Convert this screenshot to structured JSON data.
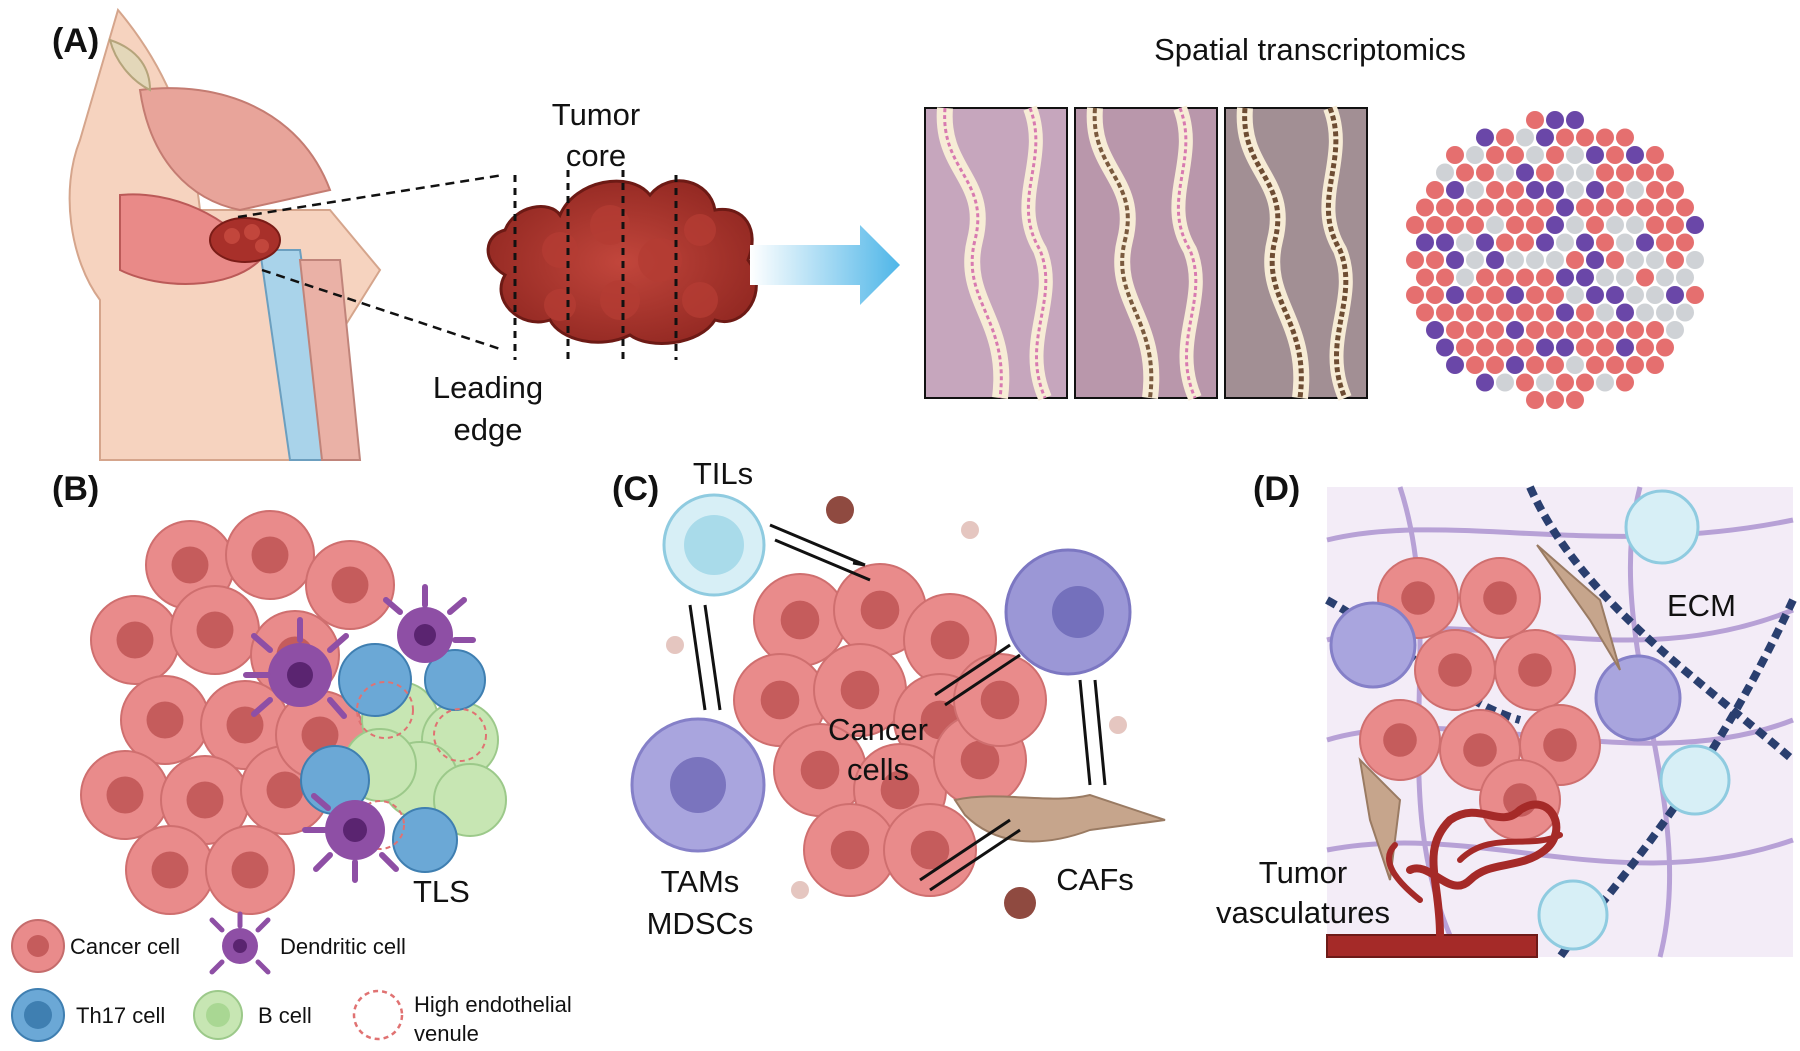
{
  "panels": {
    "a": {
      "label": "(A)",
      "tumor_core": [
        "Tumor",
        "core"
      ],
      "leading_edge": [
        "Leading",
        "edge"
      ],
      "spatial_title": "Spatial transcriptomics"
    },
    "b": {
      "label": "(B)",
      "tls": "TLS"
    },
    "c": {
      "label": "(C)",
      "tils": "TILs",
      "cancer_cells": [
        "Cancer",
        "cells"
      ],
      "tams": [
        "TAMs",
        "MDSCs"
      ],
      "cafs": "CAFs"
    },
    "d": {
      "label": "(D)",
      "ecm": "ECM",
      "vasculature": [
        "Tumor",
        "vasculatures"
      ]
    }
  },
  "legend": {
    "cancer_cell": "Cancer cell",
    "dendritic_cell": "Dendritic cell",
    "th17_cell": "Th17 cell",
    "b_cell": "B cell",
    "hev": [
      "High endothelial",
      "venule"
    ]
  },
  "colors": {
    "cancer": "#e98b8b",
    "cancer_nucleus": "#c55c5c",
    "tumor": "#b0322a",
    "dendritic": "#8e4fa5",
    "th17": "#6ba8d6",
    "bcell": "#c7e6b3",
    "til": "#bfe4ef",
    "tam": "#9b97d6",
    "caf": "#c6a58c",
    "arrow": "#6ec3ec",
    "spot_red": "#e56f6f",
    "spot_purple": "#6a47a8",
    "spot_grey": "#cfd2d6"
  }
}
